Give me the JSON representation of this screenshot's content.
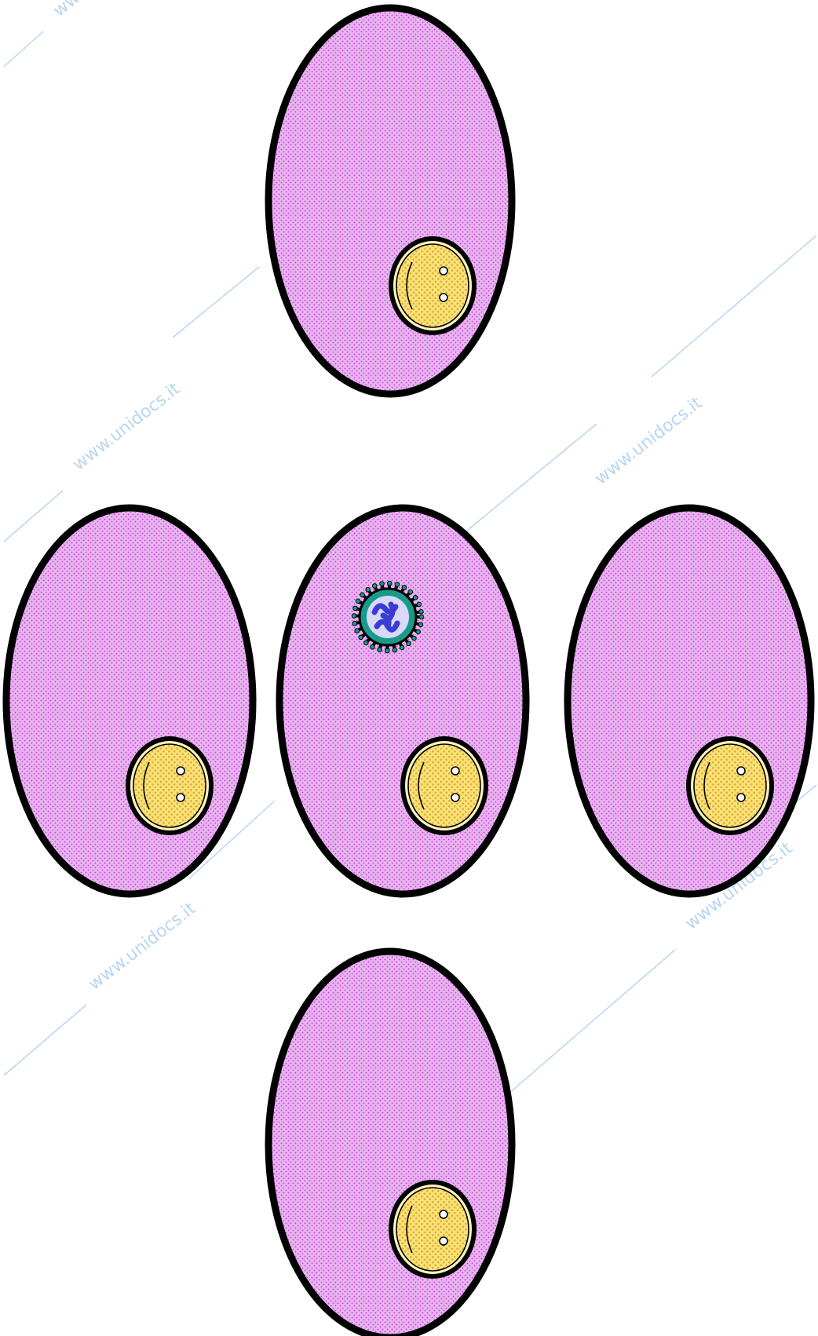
{
  "watermark": {
    "text": "www.unidocs.it",
    "color": "#b9d6f2"
  },
  "colors": {
    "cell_fill": "#e8b4f0",
    "cell_dot": "#c03ad0",
    "cell_outline": "#000000",
    "nucleus_fill": "#f7e27a",
    "nucleus_dot": "#e5a92a",
    "virus_core": "#3b3bd6",
    "virus_spike": "#1a9a8a"
  },
  "cells": [
    {
      "id": "top",
      "has_virus": false
    },
    {
      "id": "middle-left",
      "has_virus": false
    },
    {
      "id": "middle-center",
      "has_virus": true
    },
    {
      "id": "middle-right",
      "has_virus": false
    },
    {
      "id": "bottom",
      "has_virus": false
    }
  ]
}
